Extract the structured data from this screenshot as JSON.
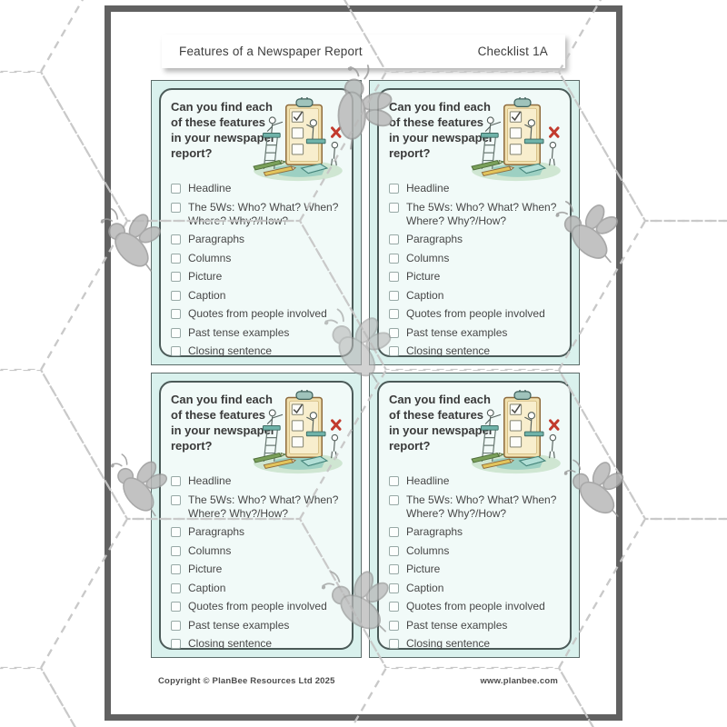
{
  "header": {
    "title": "Features of a Newspaper Report",
    "label": "Checklist 1A"
  },
  "card": {
    "title_lines": [
      "Can you find each",
      "of these features",
      "in your newspaper",
      "report?"
    ],
    "items": [
      "Headline",
      "The 5Ws: Who? What? When? Where? Why?/How?",
      "Paragraphs",
      "Columns",
      "Picture",
      "Caption",
      "Quotes from people involved",
      "Past tense examples",
      "Closing sentence"
    ]
  },
  "footer": {
    "copyright": "Copyright © PlanBee Resources Ltd 2025",
    "website": "www.planbee.com"
  },
  "colors": {
    "page_border": "#616161",
    "card_bg": "#d9f1ed",
    "card_inner_bg": "#f1faf8",
    "card_border": "#4b5a58",
    "accent_teal": "#6fb3a9",
    "clipboard_tan": "#f2e2b0",
    "red_x": "#c23b2e",
    "bee_gray": "#b8b8b8",
    "hex_line": "#c7c7c7"
  },
  "icons": {
    "checkbox": "empty-checkbox-icon",
    "bee": "bee-silhouette-icon",
    "illustration": "checklist-clipboard-illustration",
    "watermark": "hexagon-dashed-pattern"
  }
}
